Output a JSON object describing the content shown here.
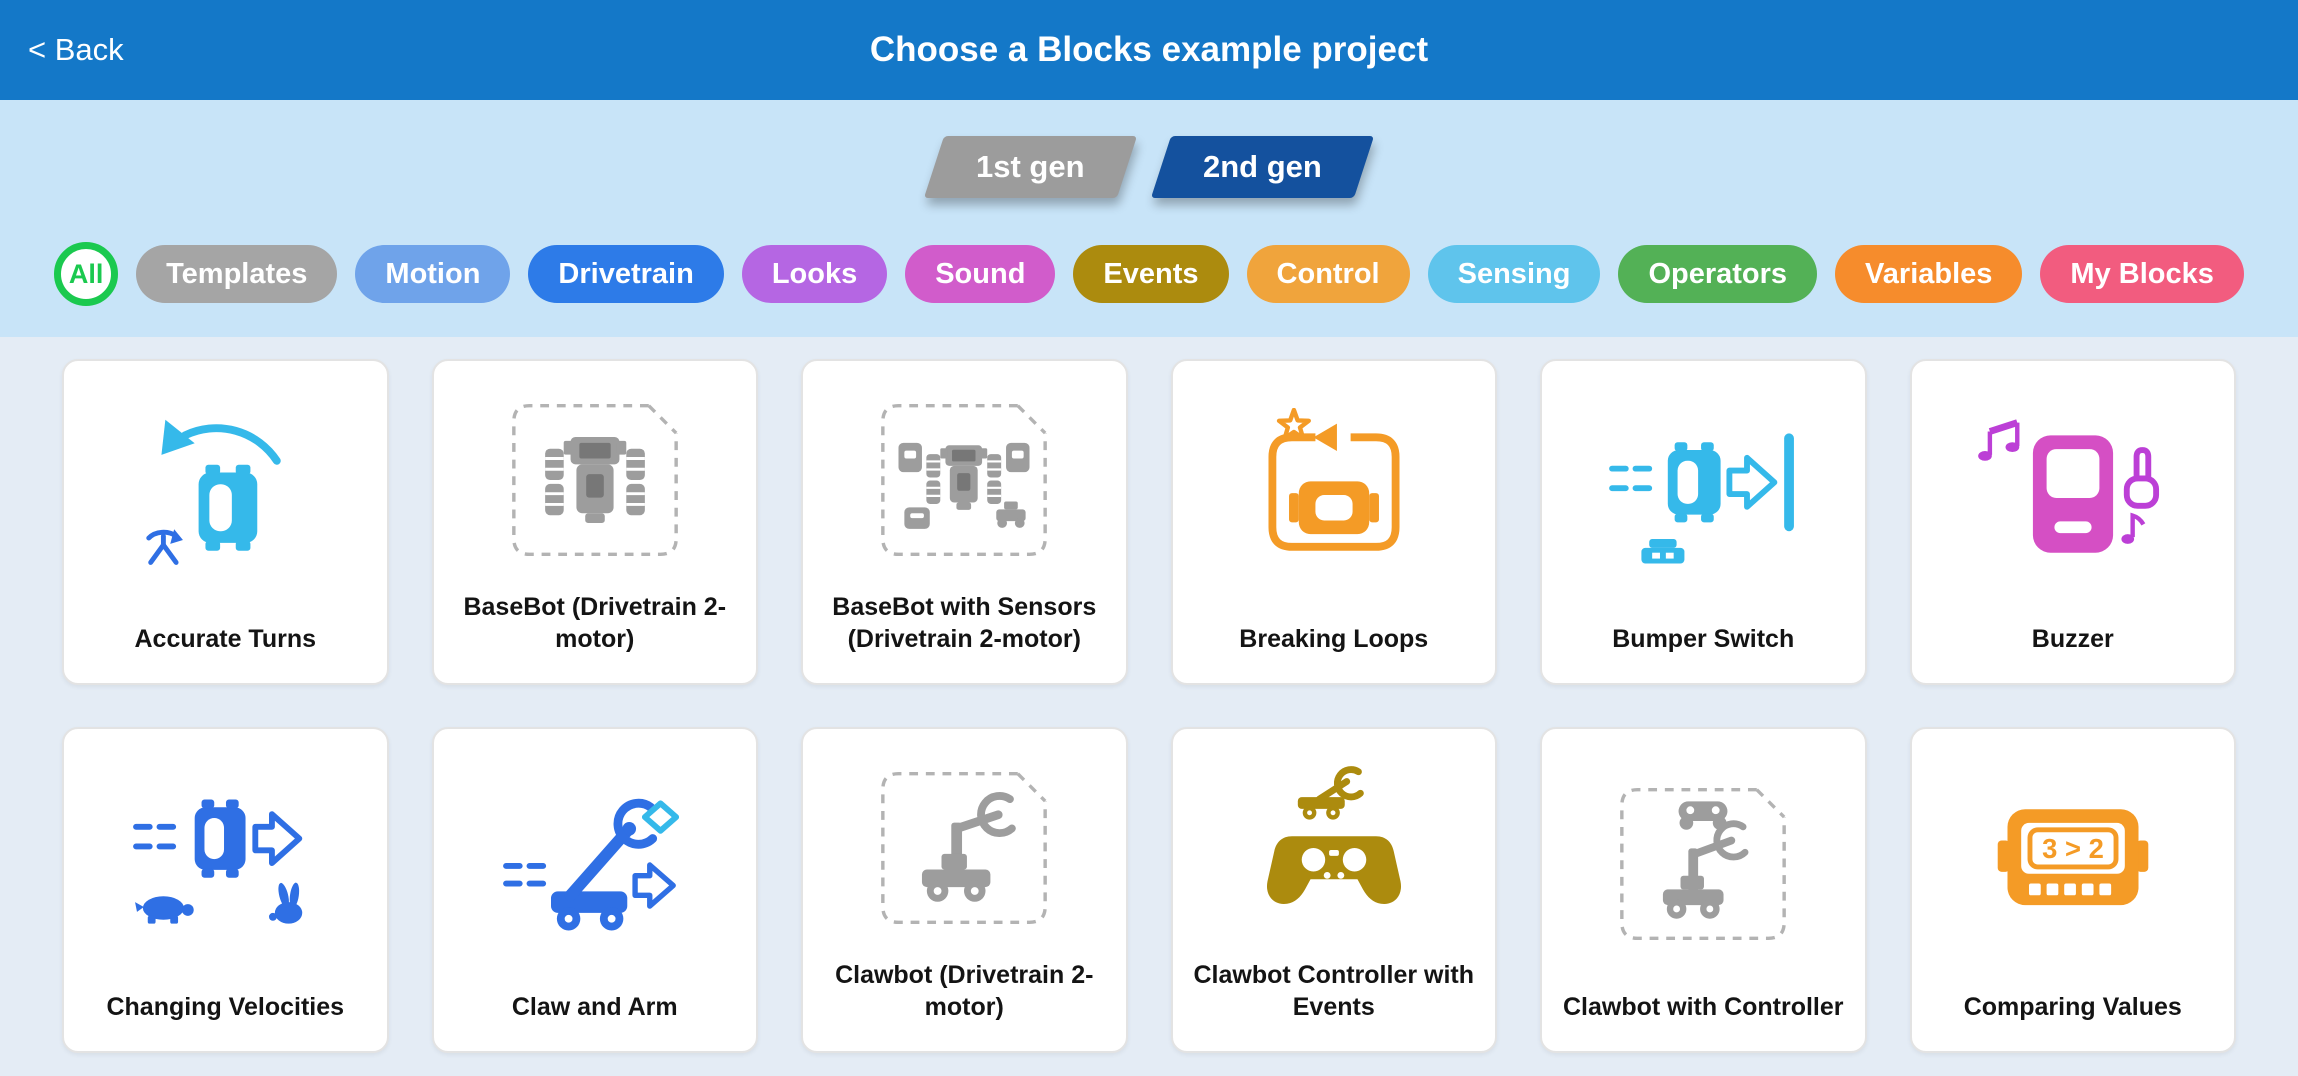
{
  "header": {
    "back": "< Back",
    "title": "Choose a Blocks example project",
    "bg": "#1478C8"
  },
  "gen_tabs": [
    {
      "label": "1st gen",
      "bg": "#9C9C9C",
      "selected": false
    },
    {
      "label": "2nd gen",
      "bg": "#14519E",
      "selected": true
    }
  ],
  "filters": [
    {
      "label": "All",
      "color": "#1BC94F",
      "selected": true
    },
    {
      "label": "Templates",
      "color": "#A5A5A5",
      "selected": false
    },
    {
      "label": "Motion",
      "color": "#6FA3EA",
      "selected": false
    },
    {
      "label": "Drivetrain",
      "color": "#2D7BE8",
      "selected": false
    },
    {
      "label": "Looks",
      "color": "#B566E3",
      "selected": false
    },
    {
      "label": "Sound",
      "color": "#D15CCB",
      "selected": false
    },
    {
      "label": "Events",
      "color": "#AC8B0E",
      "selected": false
    },
    {
      "label": "Control",
      "color": "#F0A43C",
      "selected": false
    },
    {
      "label": "Sensing",
      "color": "#5FC4EC",
      "selected": false
    },
    {
      "label": "Operators",
      "color": "#53B156",
      "selected": false
    },
    {
      "label": "Variables",
      "color": "#F68C2C",
      "selected": false
    },
    {
      "label": "My Blocks",
      "color": "#F25C7F",
      "selected": false
    }
  ],
  "projects": [
    {
      "name": "Accurate Turns",
      "template": false
    },
    {
      "name": "BaseBot (Drivetrain 2-motor)",
      "template": true
    },
    {
      "name": "BaseBot with Sensors (Drivetrain 2-motor)",
      "template": true
    },
    {
      "name": "Breaking Loops",
      "template": false
    },
    {
      "name": "Bumper Switch",
      "template": false
    },
    {
      "name": "Buzzer",
      "template": false
    },
    {
      "name": "Changing Velocities",
      "template": false
    },
    {
      "name": "Claw and Arm",
      "template": false
    },
    {
      "name": "Clawbot (Drivetrain 2-motor)",
      "template": true
    },
    {
      "name": "Clawbot Controller with Events",
      "template": false
    },
    {
      "name": "Clawbot with Controller",
      "template": true
    },
    {
      "name": "Comparing Values",
      "template": false,
      "icon_text": "3 > 2"
    }
  ]
}
